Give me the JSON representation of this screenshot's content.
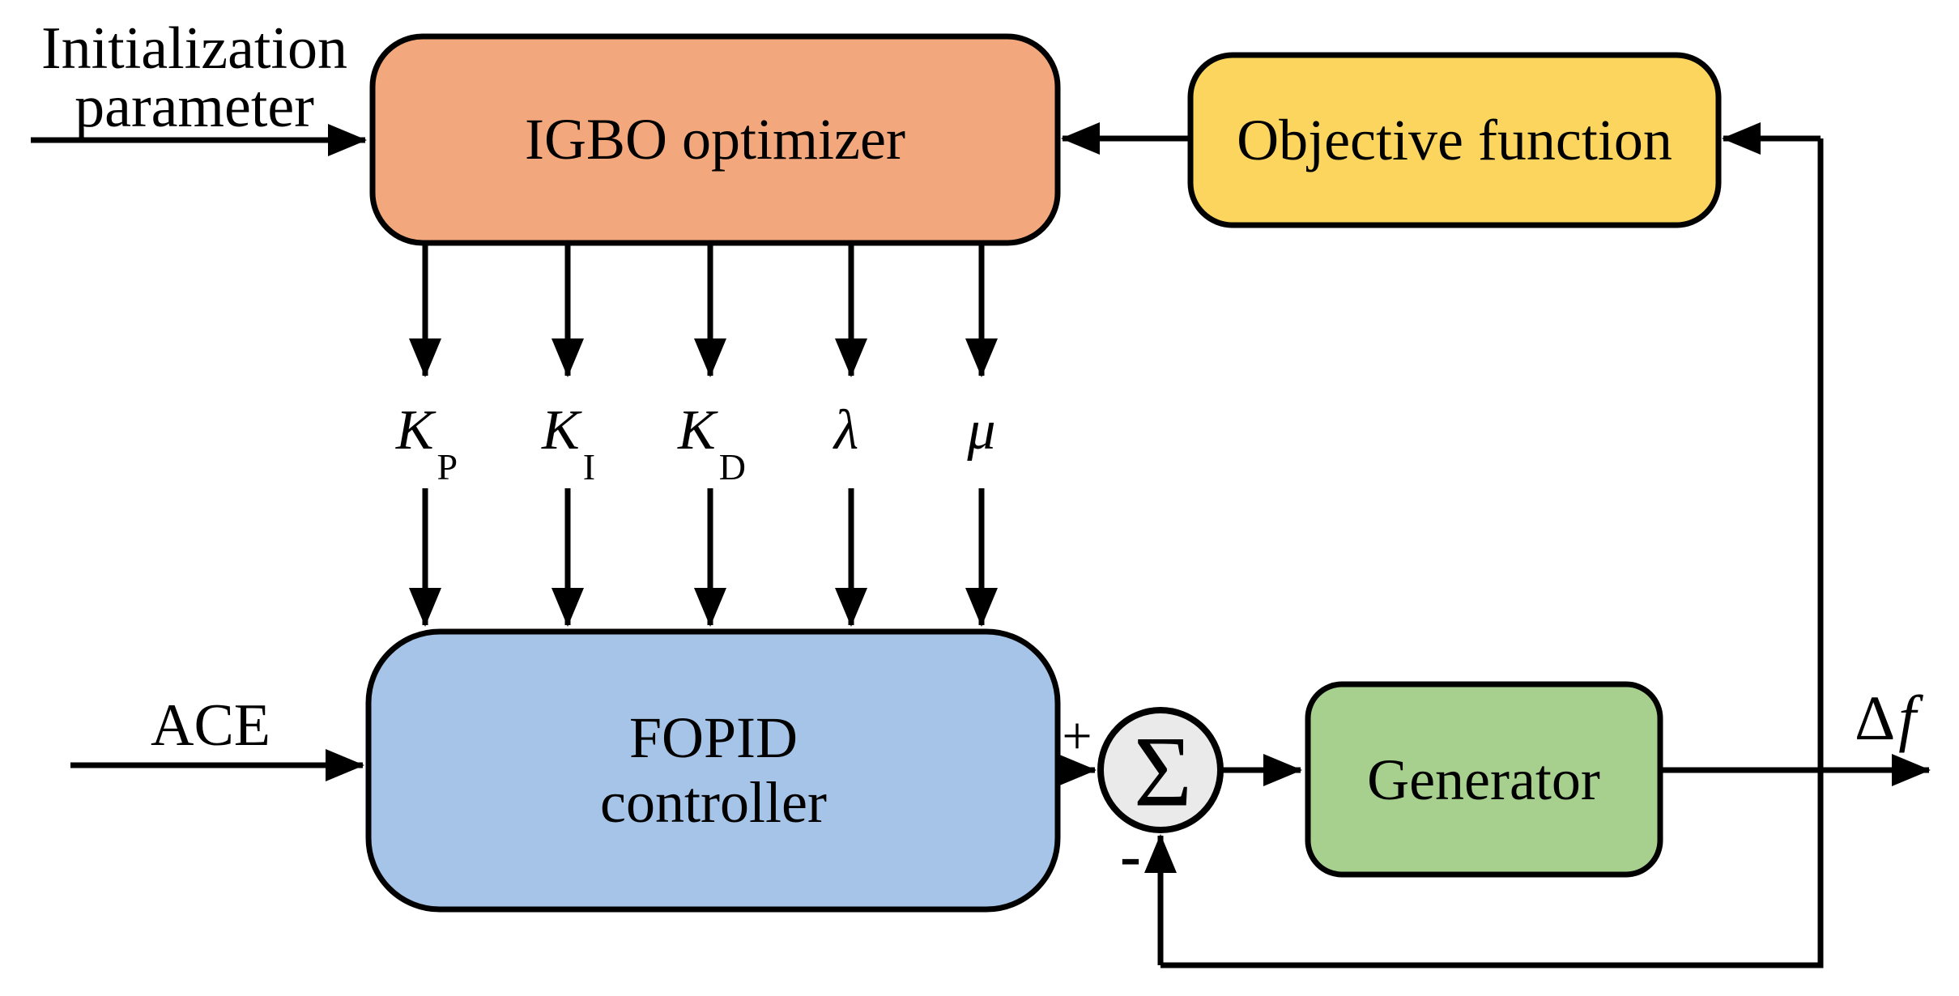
{
  "colors": {
    "line": "#000000",
    "igbo_fill": "#F2A87C",
    "objective_fill": "#FBD55D",
    "fopid_fill": "#A6C4E7",
    "generator_fill": "#A7CF8D",
    "sum_fill": "#EAEAEA"
  },
  "nodes": {
    "igbo": {
      "label": "IGBO optimizer"
    },
    "objective": {
      "label": "Objective function"
    },
    "fopid": {
      "line1": "FOPID",
      "line2": "controller"
    },
    "generator": {
      "label": "Generator"
    },
    "sum": {
      "symbol": "Σ",
      "plus": "+",
      "minus": "-"
    }
  },
  "labels": {
    "init_line1": "Initialization",
    "init_line2": "parameter",
    "ace": "ACE",
    "delta": "Δ",
    "f": "f"
  },
  "parameters": [
    {
      "base": "K",
      "sub": "P"
    },
    {
      "base": "K",
      "sub": "I"
    },
    {
      "base": "K",
      "sub": "D"
    },
    {
      "base": "λ",
      "sub": ""
    },
    {
      "base": "μ",
      "sub": ""
    }
  ]
}
